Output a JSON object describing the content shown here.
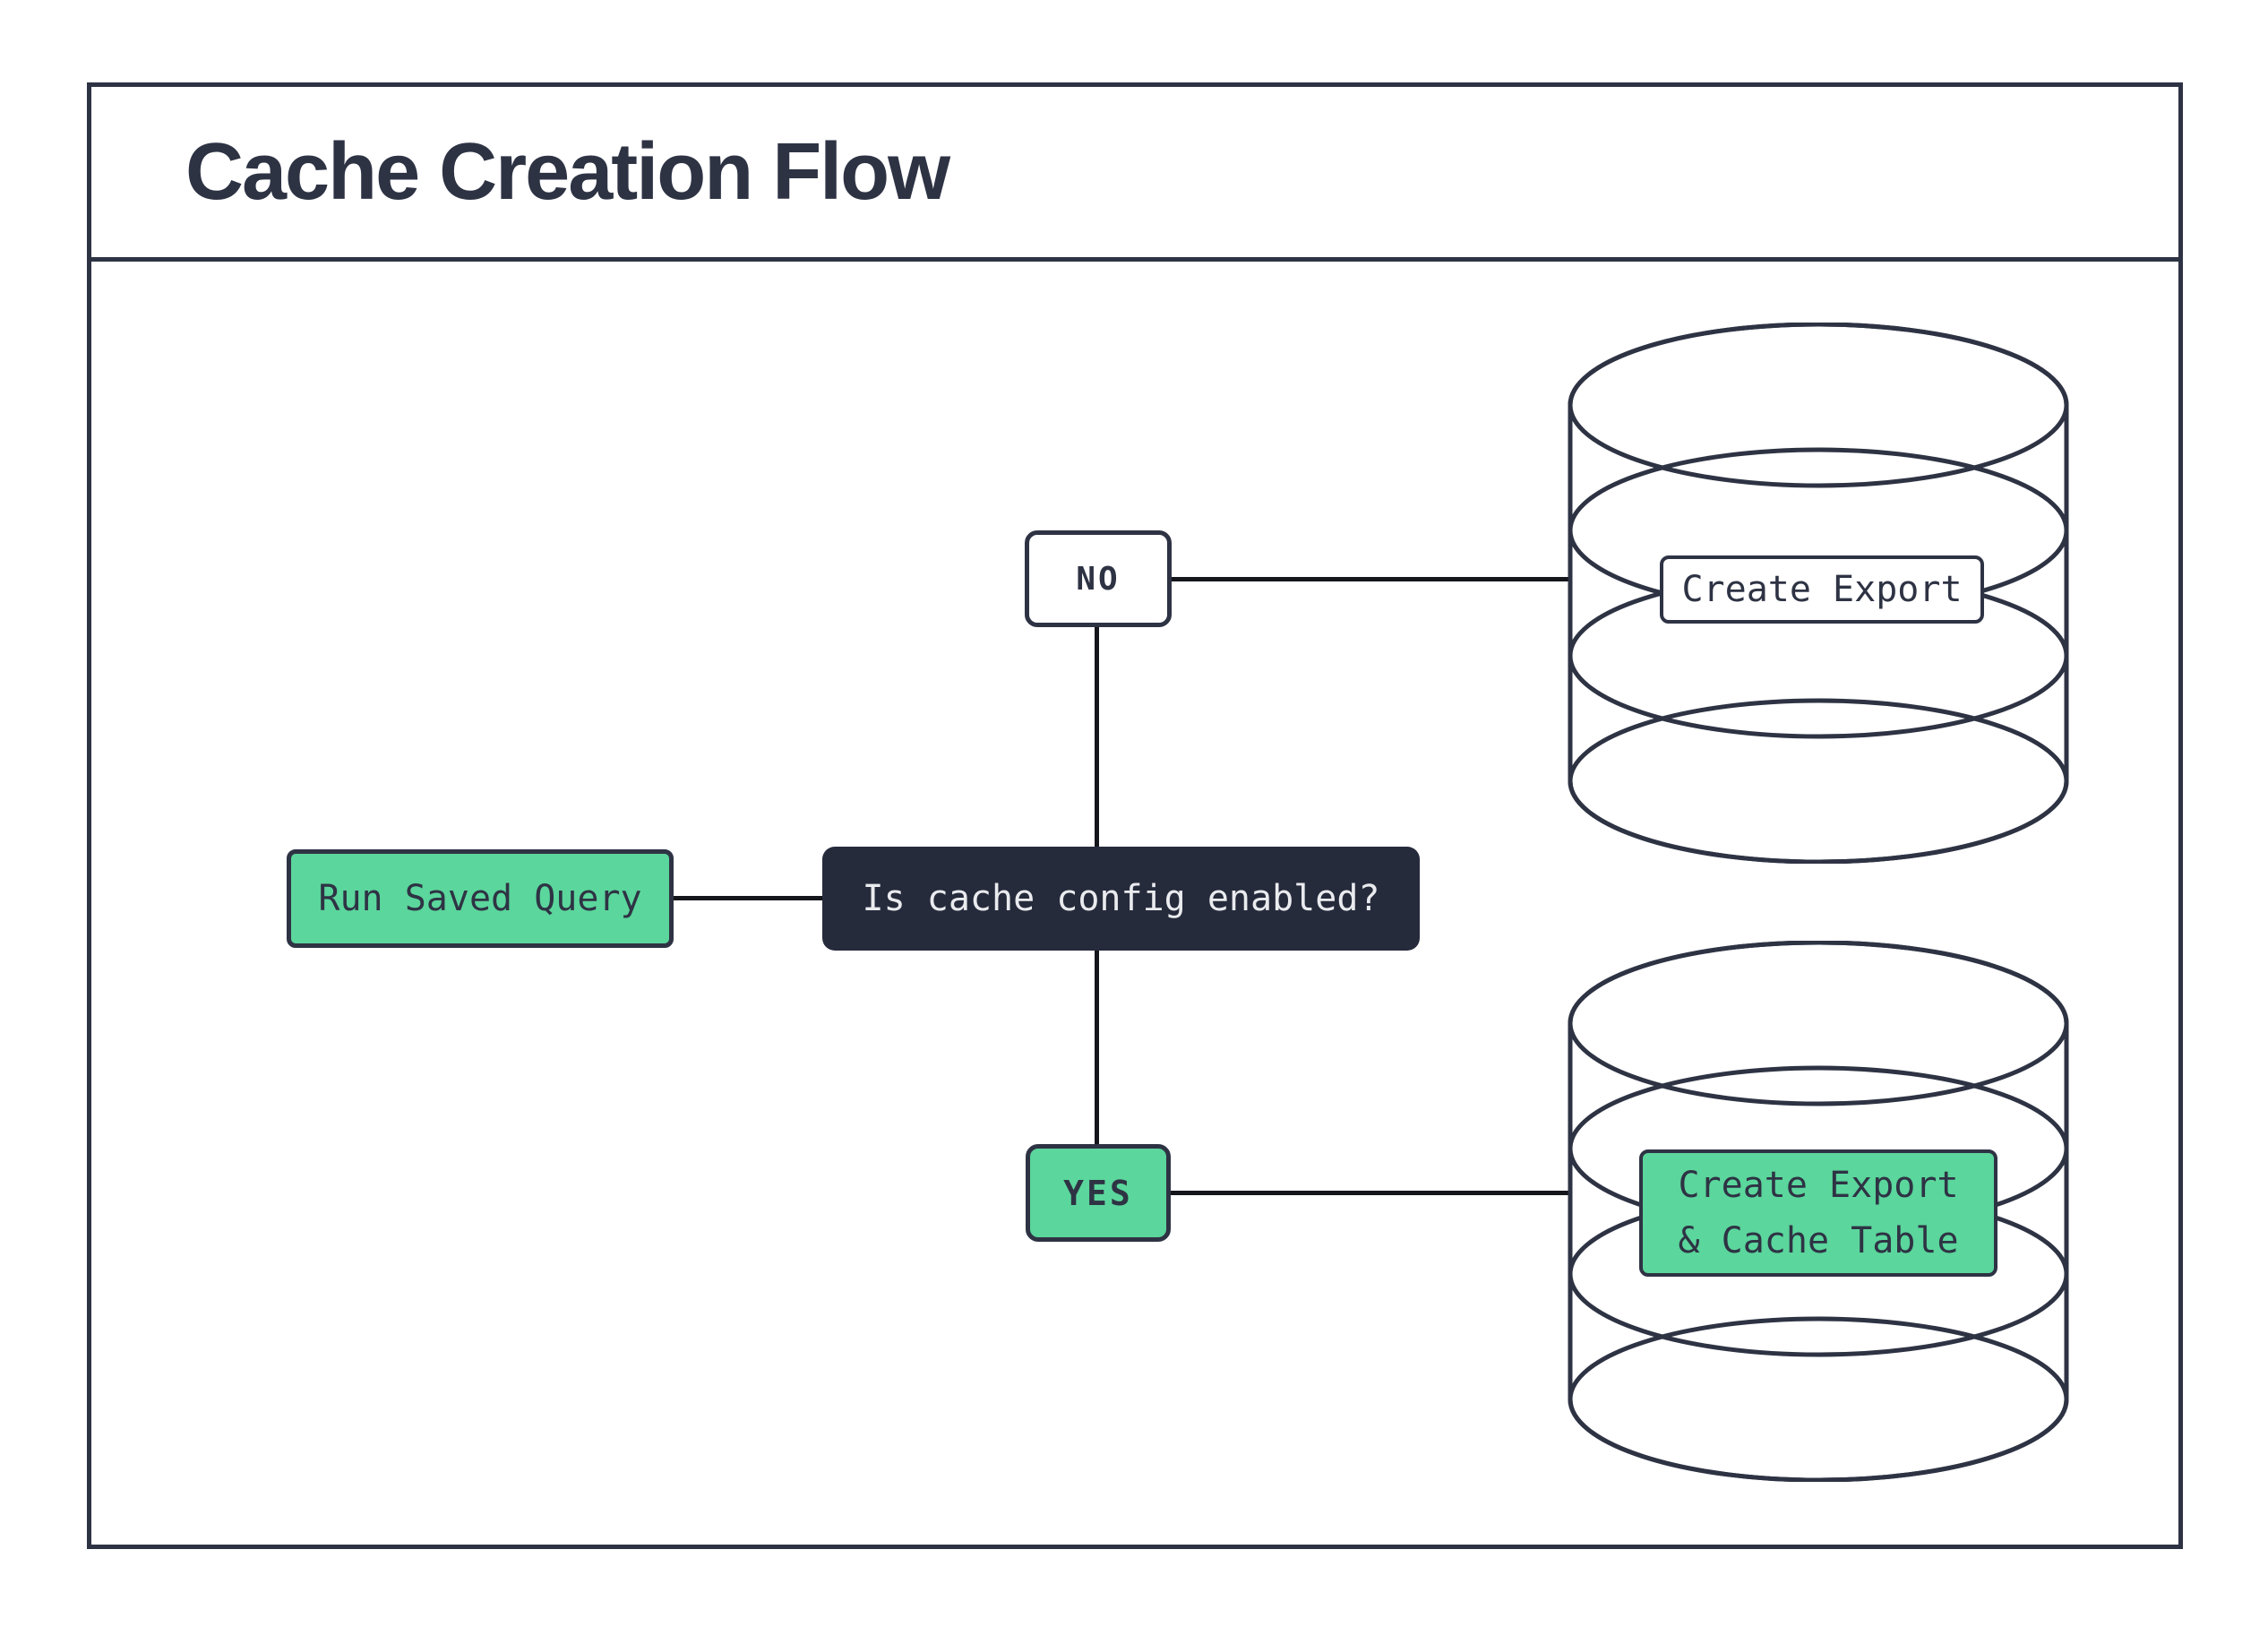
{
  "header": {
    "title": "Cache Creation Flow"
  },
  "nodes": {
    "start": {
      "label": "Run Saved Query"
    },
    "decision": {
      "label": "Is cache config enabled?"
    },
    "branch_no": {
      "label": "NO"
    },
    "branch_yes": {
      "label": "YES"
    },
    "no_result": {
      "label": "Create Export",
      "shape": "database-cylinder"
    },
    "yes_result": {
      "label_line1": "Create Export",
      "label_line2": "& Cache Table",
      "shape": "database-cylinder"
    }
  },
  "colors": {
    "accent_green": "#5bd69c",
    "dark_navy": "#2e3344",
    "decision_fill": "#262b3c",
    "decision_text": "#e9ebee",
    "connector_black": "#15161c",
    "background": "#ffffff"
  }
}
